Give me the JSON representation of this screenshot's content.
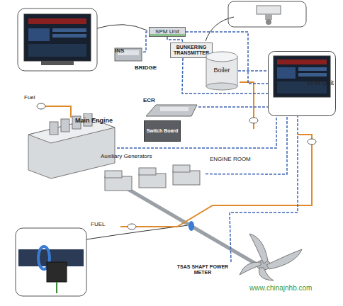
{
  "diagram": {
    "nodes": [
      {
        "text": [
          "INS"
        ]
      },
      {
        "text": [
          "SPM Unit"
        ]
      },
      {
        "text": [
          "BUNKERING TRANSMITTER"
        ]
      },
      {
        "text": [
          "Boiler"
        ]
      },
      {
        "text": [
          "ECR"
        ]
      },
      {
        "text": [
          "Switch Board"
        ]
      },
      {
        "text": [
          "SPM Unit"
        ]
      },
      {
        "text": [
          "Main Engine"
        ]
      },
      {
        "text": [
          "Auxiliary Generators"
        ]
      },
      {
        "text": [
          "TSAS SHAFT POWER METER"
        ]
      }
    ],
    "edges": [
      {
        "from": 0,
        "to": 1,
        "arrow": "none"
      },
      {
        "from": 1,
        "to": 2,
        "arrow": "none"
      },
      {
        "from": 1,
        "to": 6,
        "arrow": "none"
      },
      {
        "from": 2,
        "to": 6,
        "arrow": "none"
      },
      {
        "from": 3,
        "to": 6,
        "arrow": "none"
      },
      {
        "from": 4,
        "to": 6,
        "arrow": "none"
      },
      {
        "from": 7,
        "to": 6,
        "arrow": "none"
      },
      {
        "from": 8,
        "to": 6,
        "arrow": "none"
      },
      {
        "from": 9,
        "to": 6,
        "arrow": "none"
      }
    ],
    "labels": [
      "BRIDGE",
      "Fuel",
      "ENGINE ROOM",
      "FUEL",
      "www.chinajnhb.com"
    ]
  }
}
